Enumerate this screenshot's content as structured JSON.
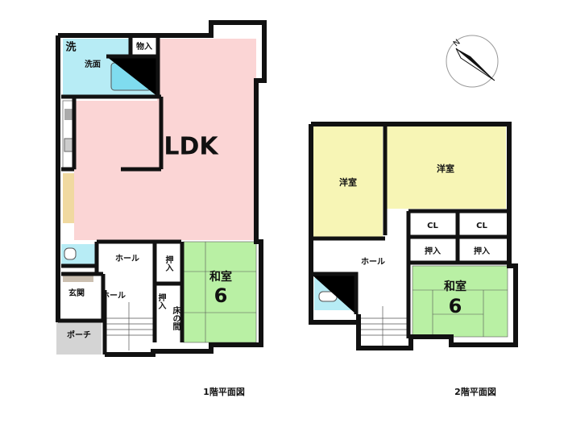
{
  "floor1": {
    "title": "1階平面図",
    "rooms": {
      "wash_icon": "洗",
      "washroom": "洗面",
      "storage": "物入",
      "ldk": "LDK",
      "hall1": "ホール",
      "hall2": "ホール",
      "entrance": "玄関",
      "porch": "ポーチ",
      "closet1": "押入",
      "closet2": "押入",
      "alcove": "床の間",
      "japanese_room": "和室",
      "japanese_room_size": "6"
    }
  },
  "floor2": {
    "title": "2階平面図",
    "rooms": {
      "western1": "洋室",
      "western2": "洋室",
      "cl1": "CL",
      "cl2": "CL",
      "closet1": "押入",
      "closet2": "押入",
      "hall": "ホール",
      "japanese_room": "和室",
      "japanese_room_size": "6"
    }
  },
  "colors": {
    "ldk": "#fbd5d5",
    "water": "#b7ecf5",
    "tatami": "#b9f0a4",
    "western": "#f7f5b5",
    "porch": "#d4d4d4",
    "floor_wood": "#f0d9a0"
  }
}
